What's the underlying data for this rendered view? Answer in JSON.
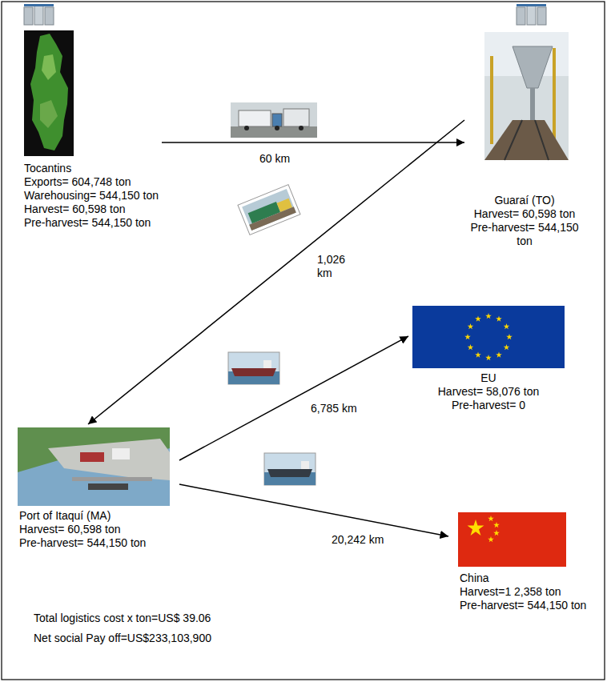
{
  "diagram": {
    "nodes": [
      {
        "text": [
          "Tocantins",
          "Exports= 604,748 ton",
          "Warehousing= 544,150 ton",
          "Harvest= 60,598 ton",
          "Pre-harvest= 544,150 ton"
        ]
      },
      {
        "text": [
          "Guaraí (TO)",
          "Harvest= 60,598 ton",
          "Pre-harvest= 544,150 ton"
        ]
      },
      {
        "text": [
          "Port of Itaquí (MA)",
          "Harvest= 60,598 ton",
          "Pre-harvest= 544,150 ton"
        ]
      },
      {
        "text": [
          "EU",
          "Harvest= 58,076 ton",
          "Pre-harvest= 0"
        ]
      },
      {
        "text": [
          "China",
          "Harvest=1 2,358 ton",
          "Pre-harvest= 544,150 ton"
        ]
      }
    ],
    "edges": [
      {
        "from": 0,
        "to": 1,
        "label": "60 km",
        "arrow": "to"
      },
      {
        "from": 1,
        "to": 2,
        "label": "1,026 km",
        "arrow": "to"
      },
      {
        "from": 2,
        "to": 3,
        "label": "6,785 km",
        "arrow": "to"
      },
      {
        "from": 2,
        "to": 4,
        "label": "20,242 km",
        "arrow": "to"
      }
    ],
    "labels": [
      "Total logistics cost x ton=US$ 39.06",
      "Net social Pay off=US$233,103,900"
    ]
  }
}
